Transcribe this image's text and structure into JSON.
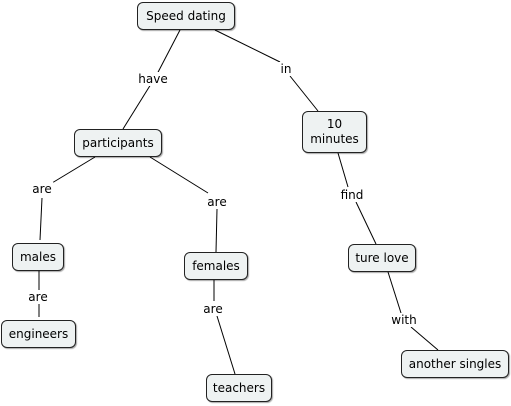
{
  "nodes": {
    "speed_dating": "Speed dating",
    "participants": "participants",
    "ten_minutes": "10\nminutes",
    "males": "males",
    "females": "females",
    "engineers": "engineers",
    "teachers": "teachers",
    "ture_love": "ture love",
    "another_singles": "another singles"
  },
  "links": {
    "have": "have",
    "in": "in",
    "are_males": "are",
    "are_females": "are",
    "are_engineers": "are",
    "are_teachers": "are",
    "find": "find",
    "with": "with"
  }
}
